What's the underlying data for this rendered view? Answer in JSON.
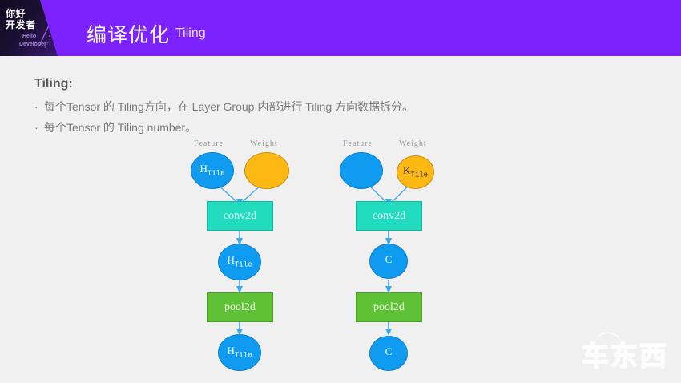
{
  "header": {
    "title": "编译优化",
    "subtitle": "Tiling",
    "bg_color": "#7b22ff",
    "logo": {
      "cn_line1": "你好",
      "cn_line2": "开发者",
      "en_line1": "Hello",
      "en_line2": "Developer"
    }
  },
  "content": {
    "section_title": "Tiling:",
    "bullets": [
      "每个Tensor 的 Tiling方向，在 Layer Group 内部进行 Tiling 方向数据拆分。",
      "每个Tensor 的 Tiling number。"
    ],
    "bullet_marker": "·"
  },
  "diagram": {
    "columns": [
      {
        "name": "left-graph",
        "captions": {
          "feature": "Feature",
          "weight": "Weight"
        },
        "nodes": {
          "feature_main": "H",
          "feature_main_sub": "Tile",
          "weight_main": "",
          "weight_main_sub": "",
          "op1": "conv2d",
          "mid": "H",
          "mid_sub": "Tile",
          "op2": "pool2d",
          "out": "H",
          "out_sub": "Tile"
        }
      },
      {
        "name": "right-graph",
        "captions": {
          "feature": "Feature",
          "weight": "Weight"
        },
        "nodes": {
          "feature_main": "",
          "feature_main_sub": "",
          "weight_main": "K",
          "weight_main_sub": "Tile",
          "op1": "conv2d",
          "mid": "C",
          "mid_sub": "",
          "op2": "pool2d",
          "out": "C",
          "out_sub": ""
        }
      }
    ],
    "colors": {
      "feature_fill": "#0f9cf0",
      "weight_fill": "#fdb813",
      "conv_fill": "#22dcc0",
      "pool_fill": "#5fc236",
      "edge": "#3aa8e8"
    }
  },
  "watermark": {
    "text": "车东西"
  }
}
